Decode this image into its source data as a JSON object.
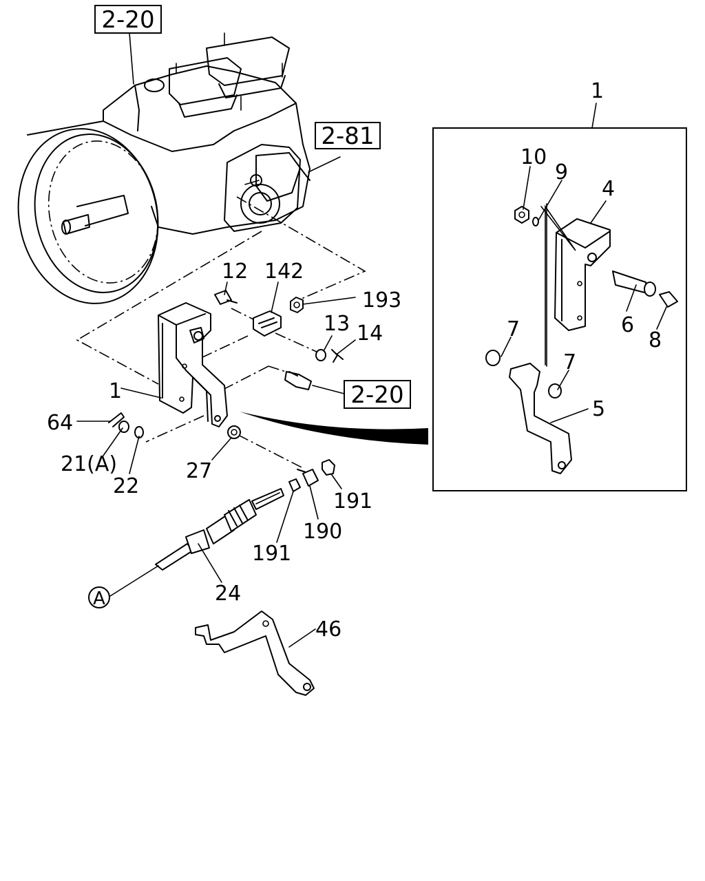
{
  "refs": {
    "ref_top": "2-20",
    "ref_right": "2-81",
    "ref_bolt": "2-20"
  },
  "callouts": {
    "c1_main": "1",
    "c12": "12",
    "c142": "142",
    "c193": "193",
    "c13": "13",
    "c14": "14",
    "c64": "64",
    "c21a": "21(A)",
    "c22": "22",
    "c27": "27",
    "c191a": "191",
    "c190": "190",
    "c191b": "191",
    "c24": "24",
    "cA": "A",
    "c46": "46"
  },
  "detail": {
    "c1": "1",
    "c10": "10",
    "c9": "9",
    "c4": "4",
    "c6": "6",
    "c8": "8",
    "c7a": "7",
    "c7b": "7",
    "c5": "5"
  }
}
